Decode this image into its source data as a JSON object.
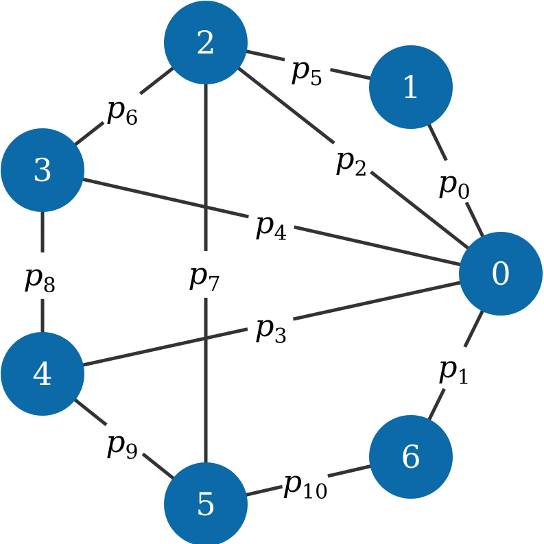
{
  "colors": {
    "node_fill": "#0b6aa7",
    "edge_stroke": "#333333",
    "node_text": "#ffffff",
    "edge_text": "#000000",
    "background": "#ffffff"
  },
  "nodes": [
    {
      "id": "0",
      "label": "0"
    },
    {
      "id": "1",
      "label": "1"
    },
    {
      "id": "2",
      "label": "2"
    },
    {
      "id": "3",
      "label": "3"
    },
    {
      "id": "4",
      "label": "4"
    },
    {
      "id": "5",
      "label": "5"
    },
    {
      "id": "6",
      "label": "6"
    }
  ],
  "edges": [
    {
      "source": "1",
      "target": "0",
      "label": "p",
      "subscript": "0"
    },
    {
      "source": "6",
      "target": "0",
      "label": "p",
      "subscript": "1"
    },
    {
      "source": "2",
      "target": "0",
      "label": "p",
      "subscript": "2"
    },
    {
      "source": "4",
      "target": "0",
      "label": "p",
      "subscript": "3"
    },
    {
      "source": "3",
      "target": "0",
      "label": "p",
      "subscript": "4"
    },
    {
      "source": "2",
      "target": "1",
      "label": "p",
      "subscript": "5"
    },
    {
      "source": "3",
      "target": "2",
      "label": "p",
      "subscript": "6"
    },
    {
      "source": "2",
      "target": "5",
      "label": "p",
      "subscript": "7"
    },
    {
      "source": "3",
      "target": "4",
      "label": "p",
      "subscript": "8"
    },
    {
      "source": "4",
      "target": "5",
      "label": "p",
      "subscript": "9"
    },
    {
      "source": "5",
      "target": "6",
      "label": "p",
      "subscript": "10"
    }
  ]
}
